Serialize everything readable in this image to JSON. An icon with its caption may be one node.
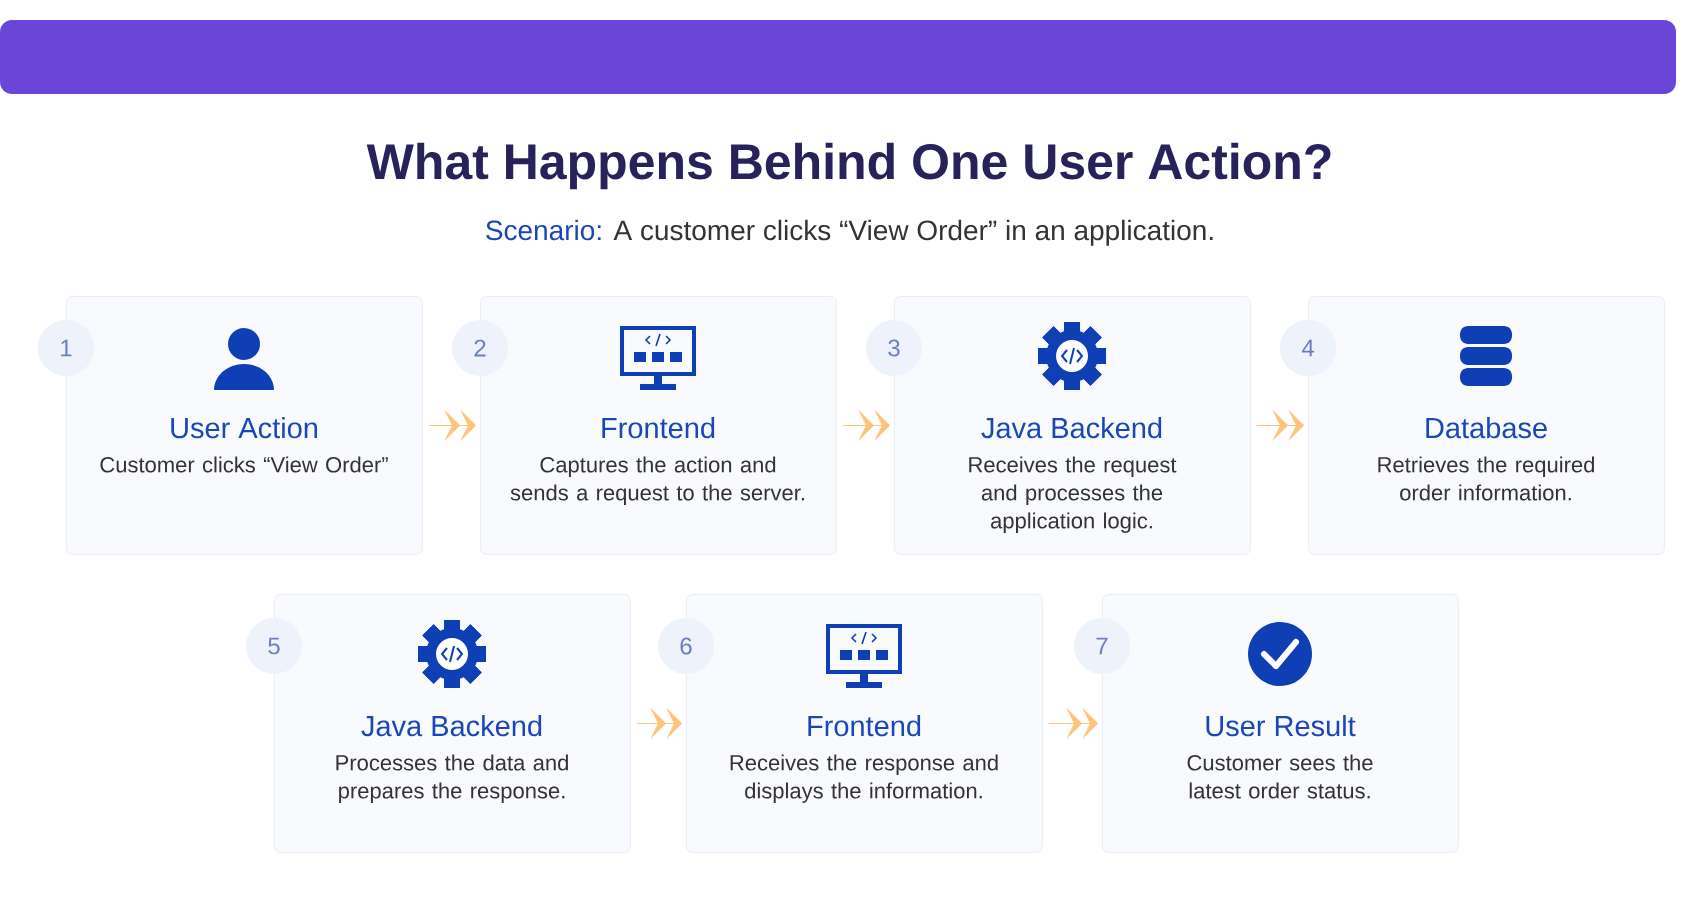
{
  "diagram": {
    "title": "What Happens Behind One User Action?",
    "nodes": [
      {
        "text": [
          "1",
          "User Action",
          "Customer clicks “View Order”"
        ]
      },
      {
        "text": [
          "2",
          "Frontend",
          "Captures the action and sends a request to the server."
        ]
      },
      {
        "text": [
          "3",
          "Java Backend",
          "Receives the request and processes the application logic."
        ]
      },
      {
        "text": [
          "4",
          "Database",
          "Retrieves the required order information."
        ]
      },
      {
        "text": [
          "5",
          "Java Backend",
          "Processes the data and prepares the response."
        ]
      },
      {
        "text": [
          "6",
          "Frontend",
          "Receives the response and displays the information."
        ]
      },
      {
        "text": [
          "7",
          "User Result",
          "Customer sees the latest order status."
        ]
      }
    ],
    "edges": [
      {
        "from": 0,
        "to": 1,
        "arrow": "to"
      },
      {
        "from": 1,
        "to": 2,
        "arrow": "to"
      },
      {
        "from": 2,
        "to": 3,
        "arrow": "to"
      },
      {
        "from": 4,
        "to": 5,
        "arrow": "to"
      },
      {
        "from": 5,
        "to": 6,
        "arrow": "to"
      }
    ],
    "labels": [
      "Scenario:",
      "A customer clicks “View Order” in an application."
    ]
  }
}
